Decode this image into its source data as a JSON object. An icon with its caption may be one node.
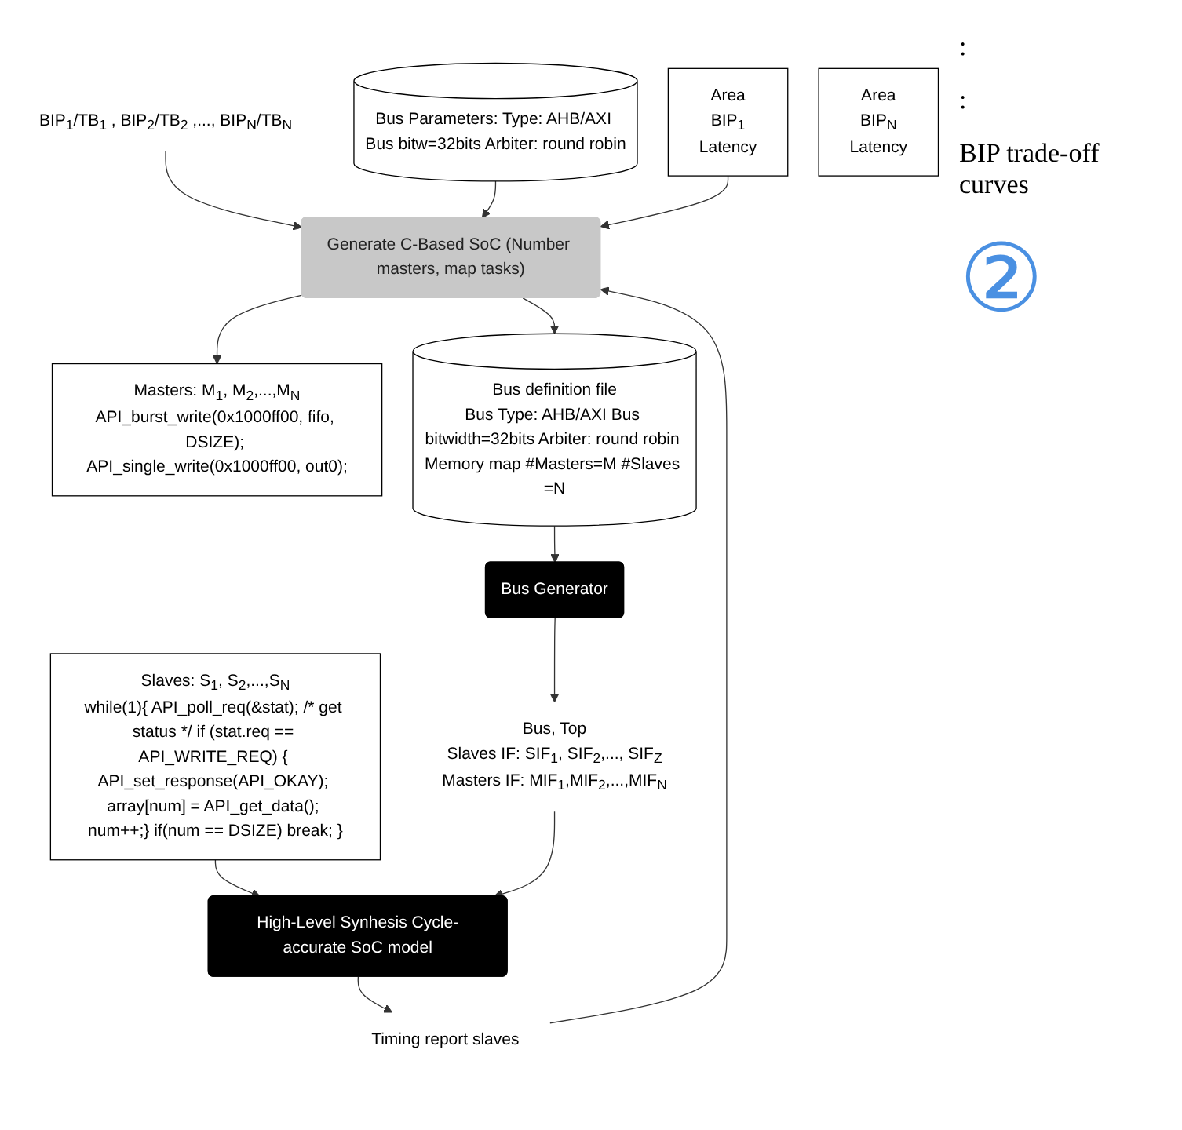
{
  "diagram": {
    "nodes": [
      {
        "text": [
          "BIP$_{1}$/TB$_{1}$ , BIP$_{2}$/TB$_{2}$ ,..., BIP$_{N}$/TB$_{N}$"
        ]
      },
      {
        "text": [
          "Bus Parameters: Type: AHB/AXI Bus bitw=32bits Arbiter: round robin"
        ]
      },
      {
        "text": [
          "Generate C-Based SoC (Number masters, map tasks)"
        ]
      },
      {
        "text": [
          "Area",
          "BIP$_{1}$",
          "Latency"
        ]
      },
      {
        "text": [
          "Area",
          "BIP$_{N}$",
          "Latency"
        ]
      },
      {
        "text": [
          "Masters: M$_{1}$, M$_{2}$,...,M$_{N}$",
          "API_burst_write(0x1000ff00, fifo, DSIZE); API_single_write(0x1000ff00, out0);"
        ]
      },
      {
        "text": [
          "Bus definition file",
          "Bus Type: AHB/AXI Bus bitwidth=32bits Arbiter: round robin Memory map #Masters=M #Slaves =N"
        ]
      },
      {
        "text": [
          "Slaves: S$_{1}$, S$_{2}$,...,S$_{N}$",
          "while(1){ API_poll_req(&stat); /* get status */ if (stat.req == API_WRITE_REQ) { API_set_response(API_OKAY); array[num] = API_get_data(); num++;} if(num == DSIZE) break; }"
        ]
      },
      {
        "text": [
          "Bus Generator"
        ]
      },
      {
        "text": [
          "Bus, Top",
          "Slaves IF: SIF$_{1}$, SIF$_{2}$,..., SIF$_{Z}$",
          "Masters IF: MIF$_{1}$,MIF$_{2}$,...,MIF$_{N}$"
        ]
      },
      {
        "text": [
          "High-Level Synhesis Cycle-accurate SoC model"
        ]
      },
      {
        "text": [
          "Timing report slaves"
        ]
      }
    ],
    "edges": [
      {
        "from": 0,
        "to": 2,
        "arrow": "to"
      },
      {
        "from": 1,
        "to": 2,
        "arrow": "to"
      },
      {
        "from": 3,
        "to": 2,
        "arrow": "to"
      },
      {
        "from": 2,
        "to": 5,
        "arrow": "to"
      },
      {
        "from": 2,
        "to": 6,
        "arrow": "to"
      },
      {
        "from": 6,
        "to": 8,
        "arrow": "to"
      },
      {
        "from": 8,
        "to": 9,
        "arrow": "to"
      },
      {
        "from": 7,
        "to": 10,
        "arrow": "to"
      },
      {
        "from": 9,
        "to": 10,
        "arrow": "to"
      },
      {
        "from": 10,
        "to": 11,
        "arrow": "to"
      },
      {
        "from": 11,
        "to": 2,
        "arrow": "to"
      }
    ],
    "labels": [
      ":",
      ":",
      "BIP trade-off curves",
      "②"
    ]
  }
}
